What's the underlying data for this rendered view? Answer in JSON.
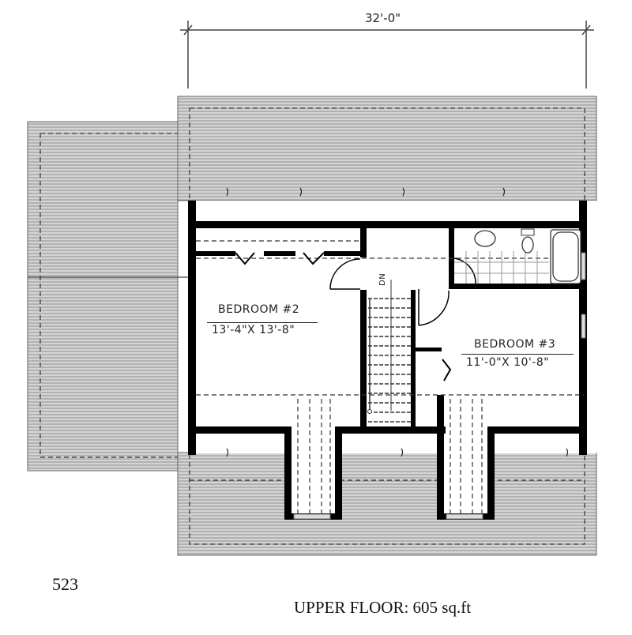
{
  "plan": {
    "overall_dimension": "32'-0\"",
    "plan_number": "523",
    "caption": "UPPER FLOOR: 605 sq.ft",
    "colors": {
      "wall": "#000000",
      "roof_fill": "#c8c8c8",
      "roof_line": "#8a8a8a",
      "dashed": "#333333",
      "background": "#ffffff"
    }
  },
  "rooms": [
    {
      "name": "BEDROOM #2",
      "size": "13'-4\"X 13'-8\""
    },
    {
      "name": "BEDROOM #3",
      "size": "11'-0\"X 10'-8\""
    }
  ],
  "stair": {
    "label": "DN"
  },
  "fixtures": [
    "sink-icon",
    "toilet-icon",
    "bathtub-icon"
  ]
}
